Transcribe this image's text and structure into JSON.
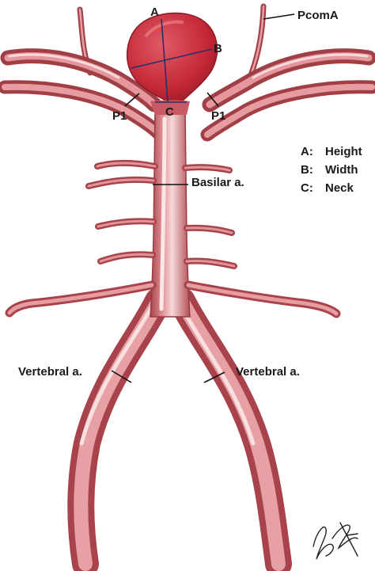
{
  "labels": {
    "pcoma": "PcomA",
    "a": "A",
    "b": "B",
    "c": "C",
    "p1_left": "P1",
    "p1_right": "P1",
    "basilar": "Basilar a.",
    "vertebral_left": "Vertebral a.",
    "vertebral_right": "Vertebral a."
  },
  "legend": [
    {
      "key": "A:",
      "value": "Height"
    },
    {
      "key": "B:",
      "value": "Width"
    },
    {
      "key": "C:",
      "value": "Neck"
    }
  ],
  "colors": {
    "vessel": "#c8545c",
    "vessel_dark": "#9c3a42",
    "vessel_light": "#f3c9cb",
    "aneurysm": "#c22a37",
    "measure": "#27306b"
  }
}
